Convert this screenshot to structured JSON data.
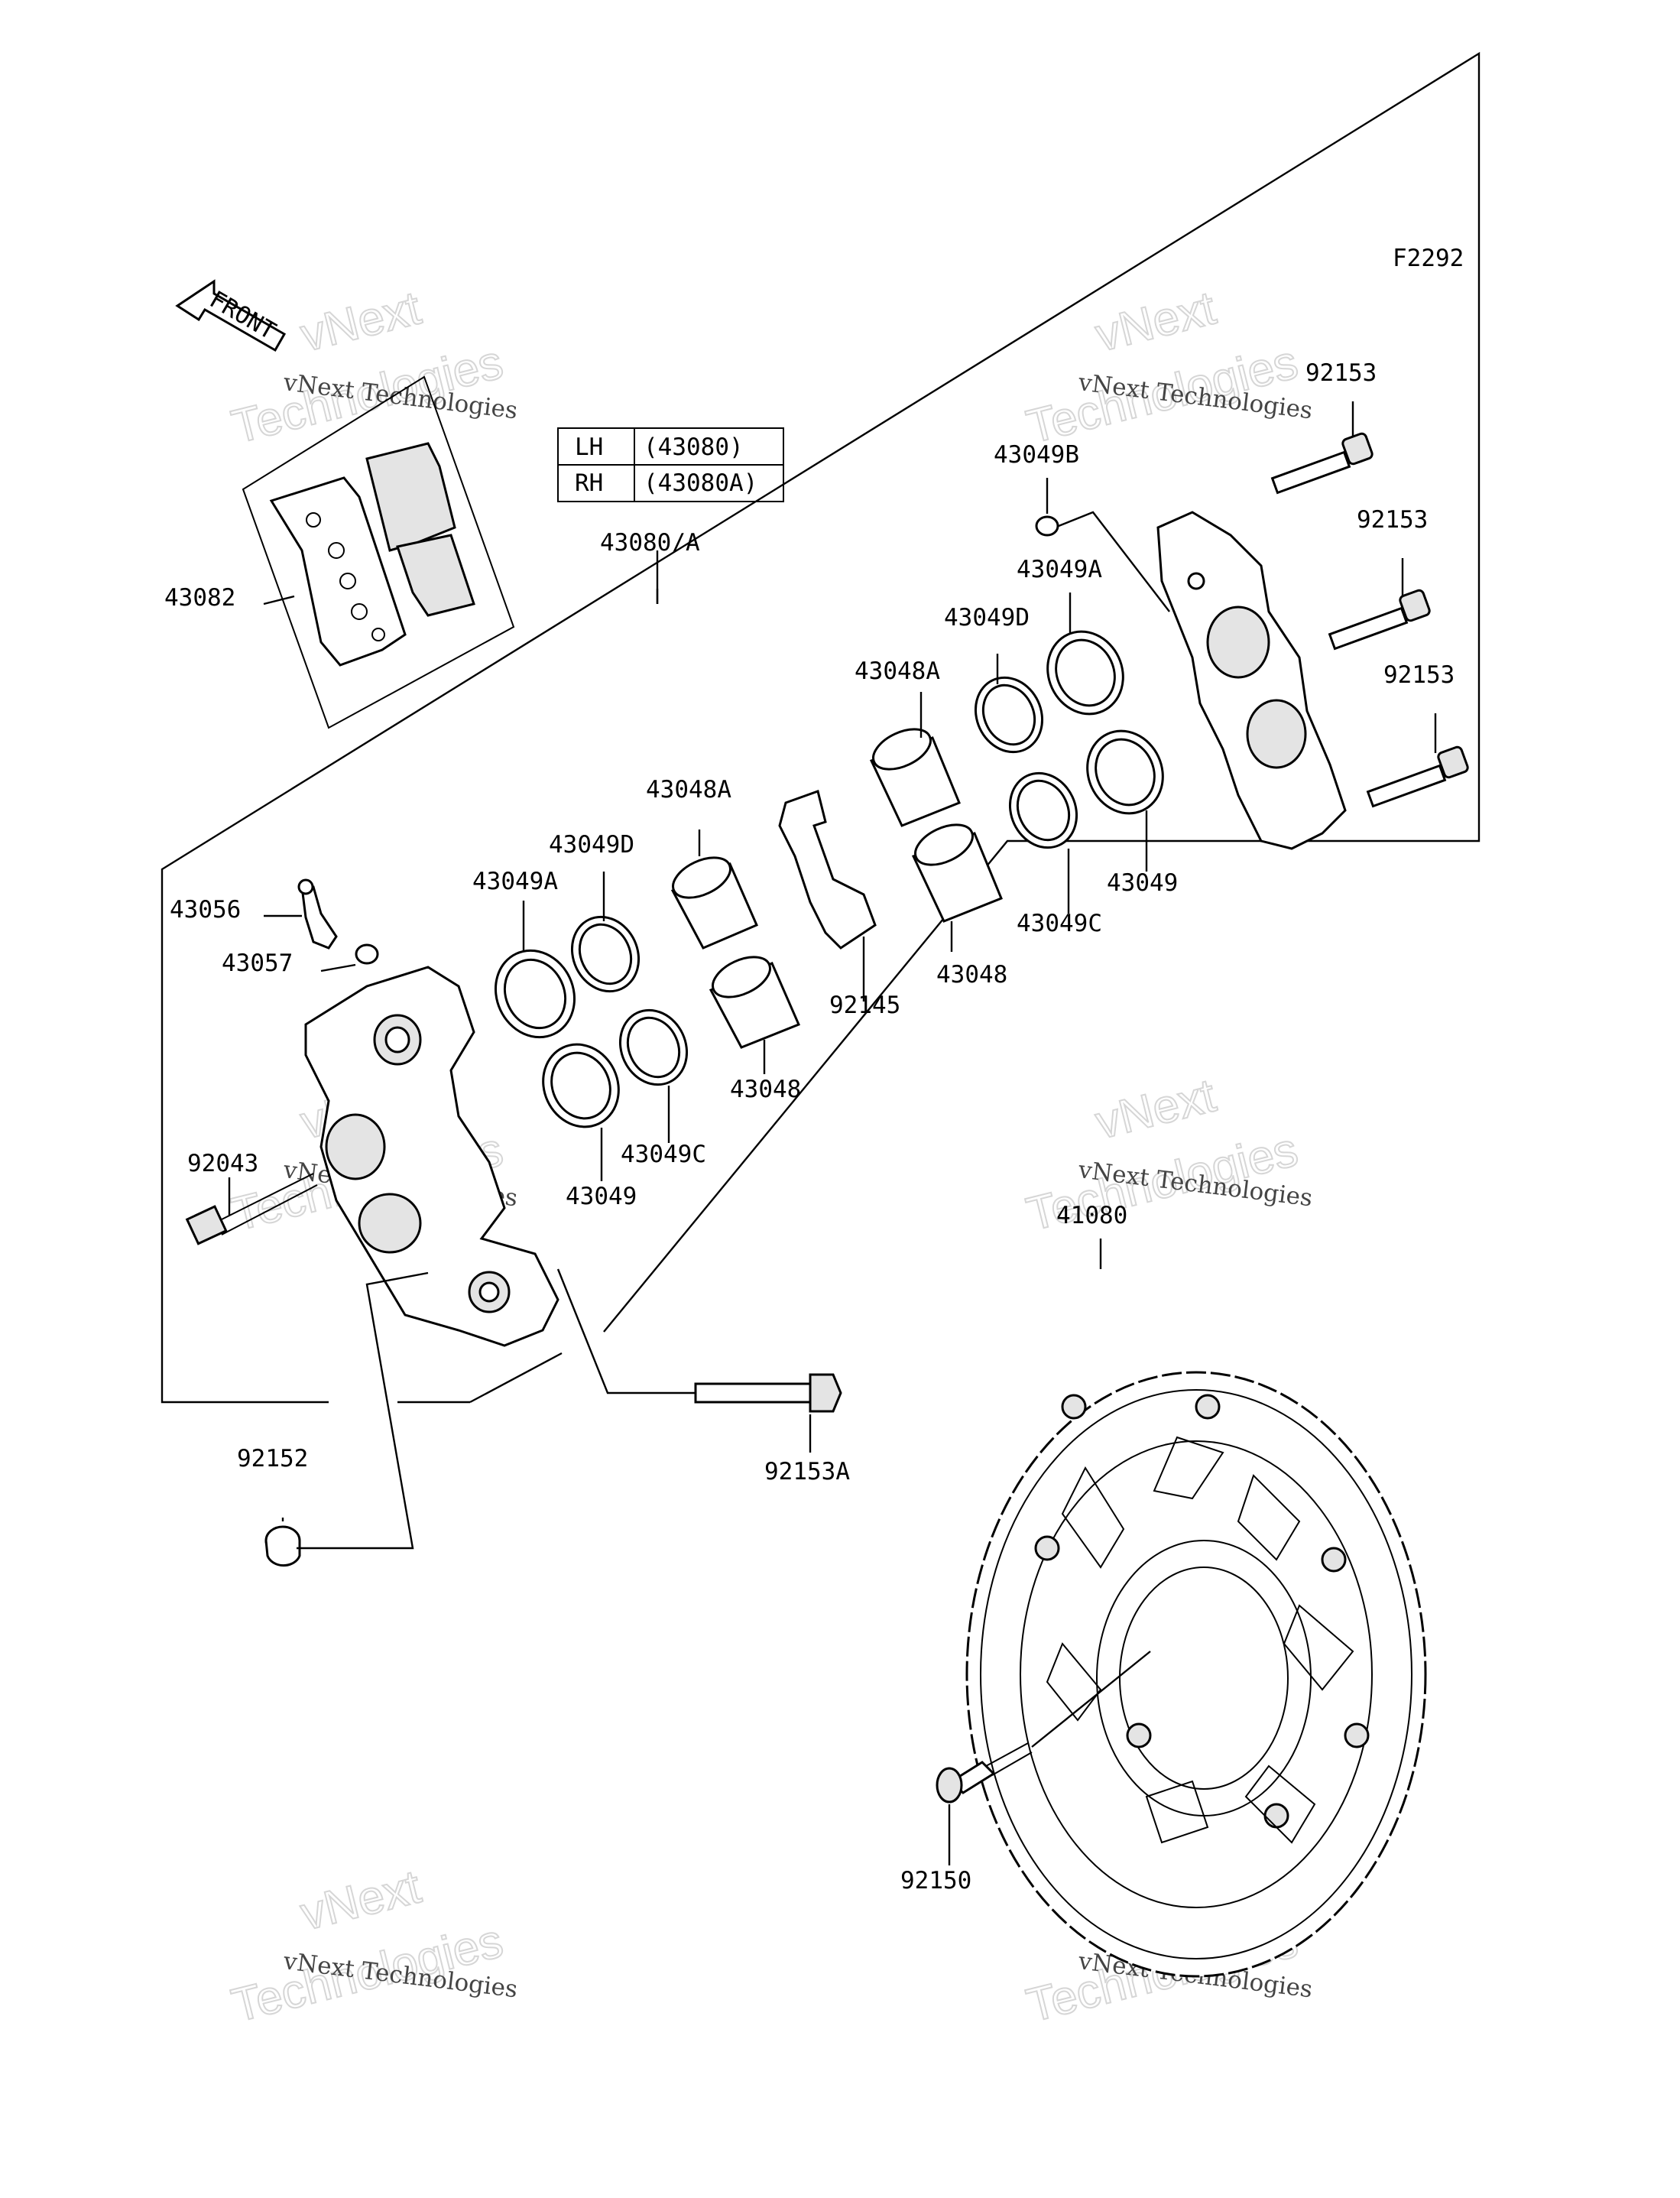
{
  "figure_code": "F2292",
  "front_label": "FRONT",
  "variant_table": [
    {
      "side": "LH",
      "part": "(43080)"
    },
    {
      "side": "RH",
      "part": "(43080A)"
    }
  ],
  "watermarks": [
    {
      "line1": "vNext Technologies",
      "line2": "vNext",
      "line3": "Technologies"
    },
    {
      "line1": "vNext Technologies",
      "line2": "vNext",
      "line3": "Technologies"
    },
    {
      "line1": "vNext Technologies",
      "line2": "vNext",
      "line3": "Technologies"
    },
    {
      "line1": "vNext Technologies",
      "line2": "vNext",
      "line3": "Technologies"
    },
    {
      "line1": "vNext Technologies",
      "line2": "vNext",
      "line3": "Technologies"
    },
    {
      "line1": "vNext Technologies",
      "line2": "vNext",
      "line3": "Technologies"
    }
  ],
  "part_labels": {
    "assembly": "43080/A",
    "pads": "43082",
    "bleeder_valve": "43056",
    "bleeder_cap": "43057",
    "pad_pin": "92043",
    "nut": "92152",
    "caliper_bolt_a": "92153A",
    "bolt_1": "92153",
    "bolt_2": "92153",
    "bolt_3": "92153",
    "washer_b": "43049B",
    "r_seal_a_top": "43049A",
    "r_seal_d_top": "43049D",
    "r_piston_a": "43048A",
    "spring_plate": "92145",
    "r_piston": "43048",
    "r_seal_c": "43049C",
    "r_seal": "43049",
    "l_piston_a": "43048A",
    "l_seal_d": "43049D",
    "l_seal_a": "43049A",
    "l_piston": "43048",
    "l_seal_c": "43049C",
    "l_seal": "43049",
    "disc": "41080",
    "disc_bolt": "92150"
  }
}
